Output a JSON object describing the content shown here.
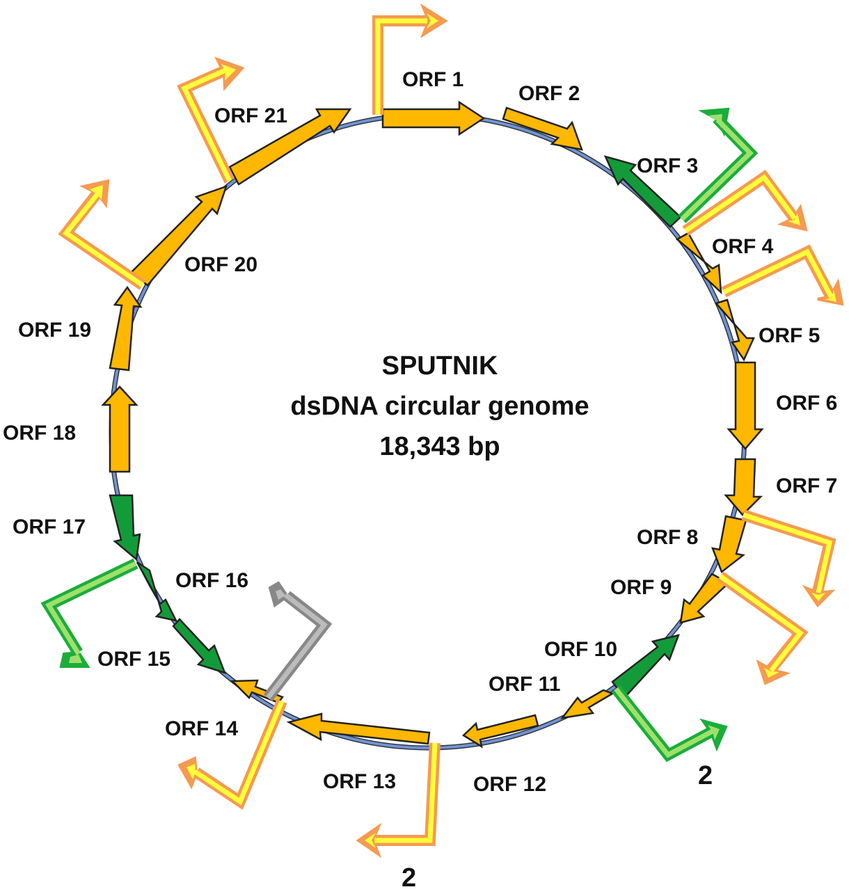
{
  "title_lines": [
    "SPUTNIK",
    "dsDNA circular genome",
    "18,343 bp"
  ],
  "colors": {
    "backbone": "#6f93d6",
    "orange_gene": "#ffb800",
    "green_gene": "#139b3a",
    "promoter_orange_outer": "#f59a52",
    "promoter_orange_inner": "#ffff3a",
    "promoter_green_outer": "#1aad3a",
    "promoter_green_inner": "#9ee06b",
    "promoter_gray": "#999999"
  },
  "orfs": [
    {
      "label": "ORF 1",
      "color": "orange"
    },
    {
      "label": "ORF 2",
      "color": "orange"
    },
    {
      "label": "ORF 3",
      "color": "green"
    },
    {
      "label": "ORF 4",
      "color": "orange"
    },
    {
      "label": "ORF 5",
      "color": "orange"
    },
    {
      "label": "ORF 6",
      "color": "orange"
    },
    {
      "label": "ORF 7",
      "color": "orange"
    },
    {
      "label": "ORF 8",
      "color": "orange"
    },
    {
      "label": "ORF 9",
      "color": "orange"
    },
    {
      "label": "ORF 10",
      "color": "green"
    },
    {
      "label": "ORF 11",
      "color": "orange"
    },
    {
      "label": "ORF 12",
      "color": "orange"
    },
    {
      "label": "ORF 13",
      "color": "orange"
    },
    {
      "label": "ORF 14",
      "color": "orange"
    },
    {
      "label": "ORF 15",
      "color": "green"
    },
    {
      "label": "ORF 16",
      "color": "green"
    },
    {
      "label": "ORF 17",
      "color": "green"
    },
    {
      "label": "ORF 18",
      "color": "orange"
    },
    {
      "label": "ORF 19",
      "color": "orange"
    },
    {
      "label": "ORF 20",
      "color": "orange"
    },
    {
      "label": "ORF 21",
      "color": "orange"
    }
  ],
  "promoter_counts": [
    "2",
    "2"
  ]
}
